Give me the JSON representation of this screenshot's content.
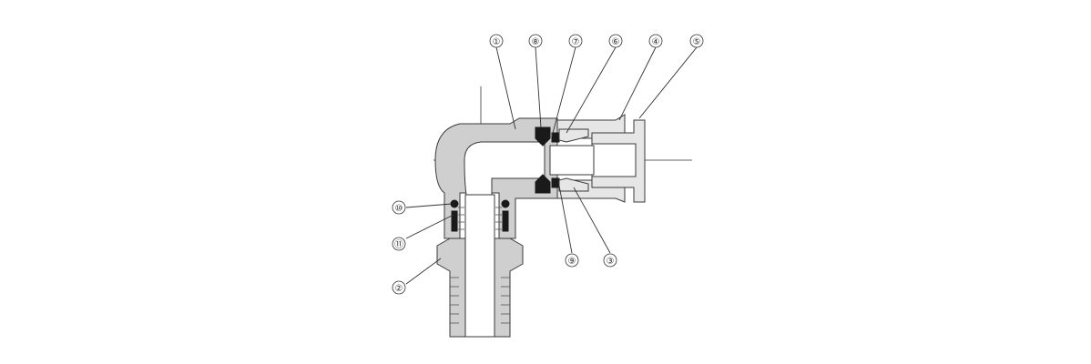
{
  "callouts": [
    {
      "id": "c1",
      "label": "①"
    },
    {
      "id": "c2",
      "label": "②"
    },
    {
      "id": "c3",
      "label": "③"
    },
    {
      "id": "c4",
      "label": "④"
    },
    {
      "id": "c5",
      "label": "⑤"
    },
    {
      "id": "c6",
      "label": "⑥"
    },
    {
      "id": "c7",
      "label": "⑦"
    },
    {
      "id": "c8",
      "label": "⑧"
    },
    {
      "id": "c9",
      "label": "⑨"
    },
    {
      "id": "c10",
      "label": "⑩"
    },
    {
      "id": "c11",
      "label": "⑪"
    }
  ],
  "colors": {
    "body": "#cfcfcf",
    "seal": "#1a1a1a",
    "outline": "#3a3a3a",
    "background": "#ffffff"
  }
}
